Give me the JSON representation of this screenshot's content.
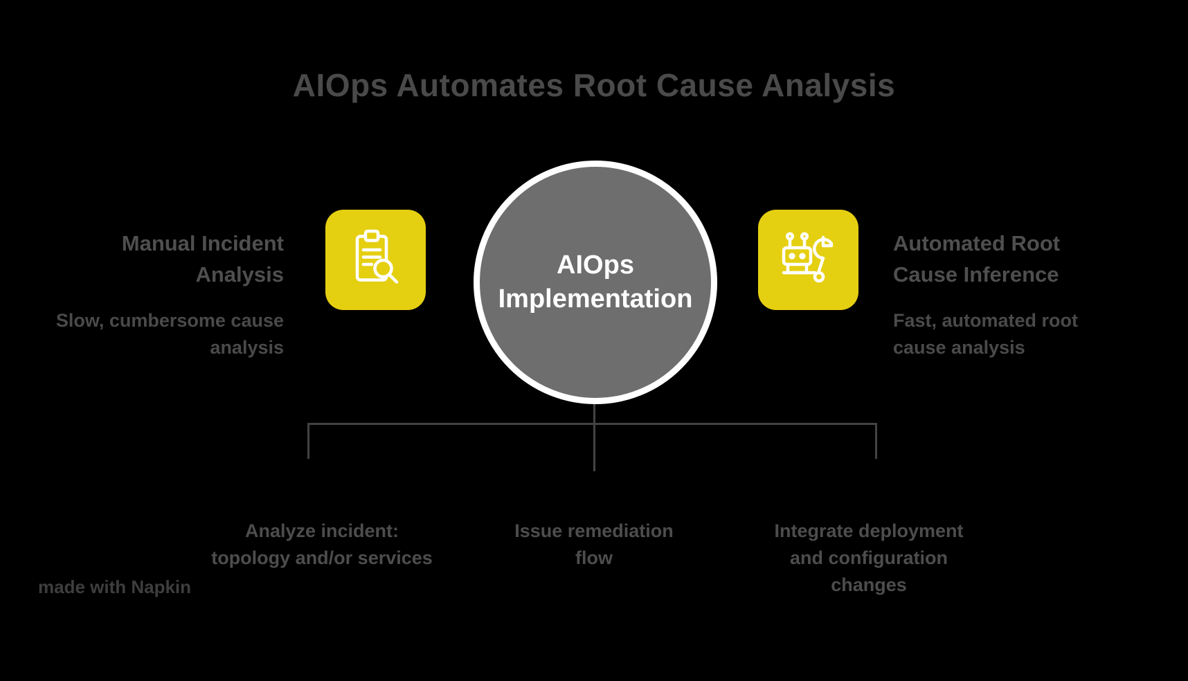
{
  "title": "AIOps Automates Root Cause Analysis",
  "center": {
    "line1": "AIOps",
    "line2": "Implementation"
  },
  "left_block": {
    "heading_lines": [
      "Manual Incident",
      "Analysis"
    ],
    "sub_lines": [
      "Slow, cumbersome cause",
      "analysis"
    ]
  },
  "right_block": {
    "heading_lines": [
      "Automated Root",
      "Cause Inference"
    ],
    "sub_lines": [
      "Fast, automated root",
      "cause analysis"
    ]
  },
  "bottom_items": [
    {
      "lines": [
        "Analyze incident:",
        "topology and/or services"
      ]
    },
    {
      "lines": [
        "Issue remediation",
        "flow"
      ]
    },
    {
      "lines": [
        "Integrate deployment",
        "and configuration",
        "changes"
      ]
    }
  ],
  "footer": "made with Napkin",
  "icons": {
    "left": "clipboard-search-icon",
    "right": "robot-wrench-icon"
  },
  "colors": {
    "background": "#000000",
    "accent_yellow": "#e5cf11",
    "circle_gray": "#6e6e6e",
    "circle_ring": "#ffffff",
    "text_gray": "#4a4a4a",
    "connector_gray": "#434343"
  }
}
